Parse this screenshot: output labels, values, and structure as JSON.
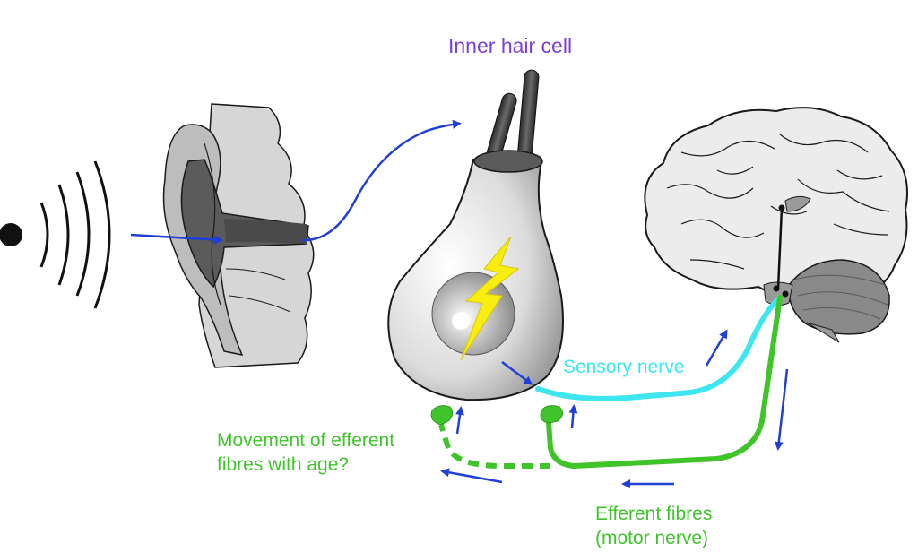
{
  "labels": {
    "inner_hair_cell": "Inner hair cell",
    "sensory_nerve": "Sensory nerve",
    "movement_line1": "Movement of efferent",
    "movement_line2": "fibres with age?",
    "efferent_line1": "Efferent fibres",
    "efferent_line2": "(motor nerve)"
  },
  "colors": {
    "inner_hair_cell_label": "#7a3fd6",
    "sensory": "#3fe6f0",
    "sensory_label": "#3fe6f0",
    "efferent": "#3fc42a",
    "efferent_label": "#3fc42a",
    "arrow": "#1f3fd6",
    "lightning": "#f7ee10",
    "outline": "#1a1a1a"
  },
  "icons": {
    "sound_source": "sound-source-icon",
    "sound_waves": "sound-waves-icon",
    "ear": "ear-icon",
    "hair_cell": "hair-cell-icon",
    "brain": "brain-icon",
    "lightning": "lightning-icon"
  }
}
